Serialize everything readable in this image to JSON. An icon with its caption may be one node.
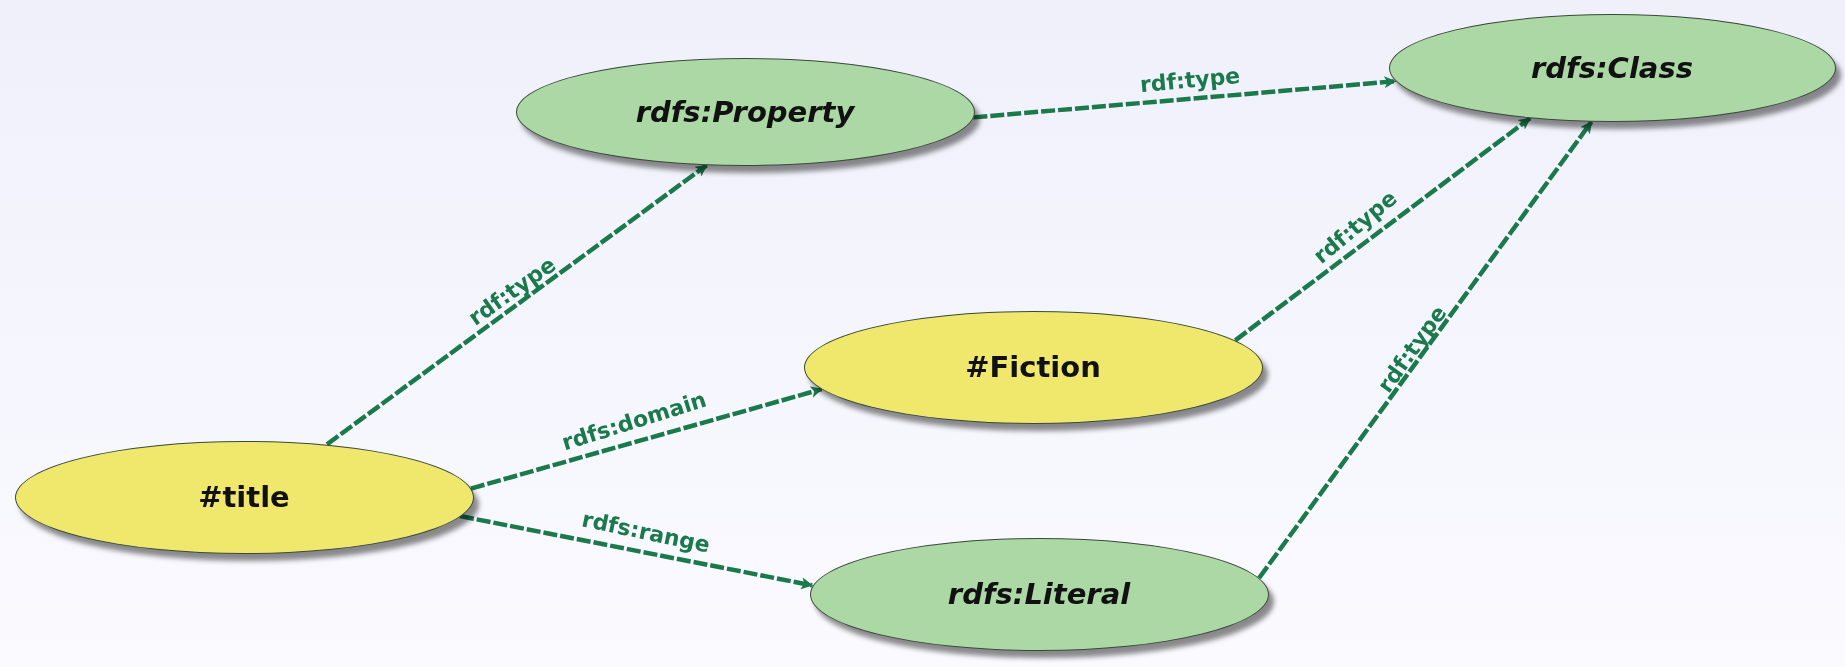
{
  "diagram": {
    "nodes": [
      {
        "text": [
          "rdfs:Property"
        ]
      },
      {
        "text": [
          "rdfs:Class"
        ]
      },
      {
        "text": [
          "#Fiction"
        ]
      },
      {
        "text": [
          "#title"
        ]
      },
      {
        "text": [
          "rdfs:Literal"
        ]
      }
    ],
    "edges": [
      {
        "from": 3,
        "to": 0,
        "arrow": "to",
        "label": "rdf:type",
        "style": "dashed"
      },
      {
        "from": 0,
        "to": 1,
        "arrow": "to",
        "label": "rdf:type",
        "style": "dashed"
      },
      {
        "from": 2,
        "to": 1,
        "arrow": "to",
        "label": "rdf:type",
        "style": "dashed"
      },
      {
        "from": 4,
        "to": 1,
        "arrow": "to",
        "label": "rdf:type",
        "style": "dashed"
      },
      {
        "from": 3,
        "to": 2,
        "arrow": "to",
        "label": "rdfs:domain",
        "style": "dashed"
      },
      {
        "from": 3,
        "to": 4,
        "arrow": "to",
        "label": "rdfs:range",
        "style": "dashed"
      }
    ]
  }
}
